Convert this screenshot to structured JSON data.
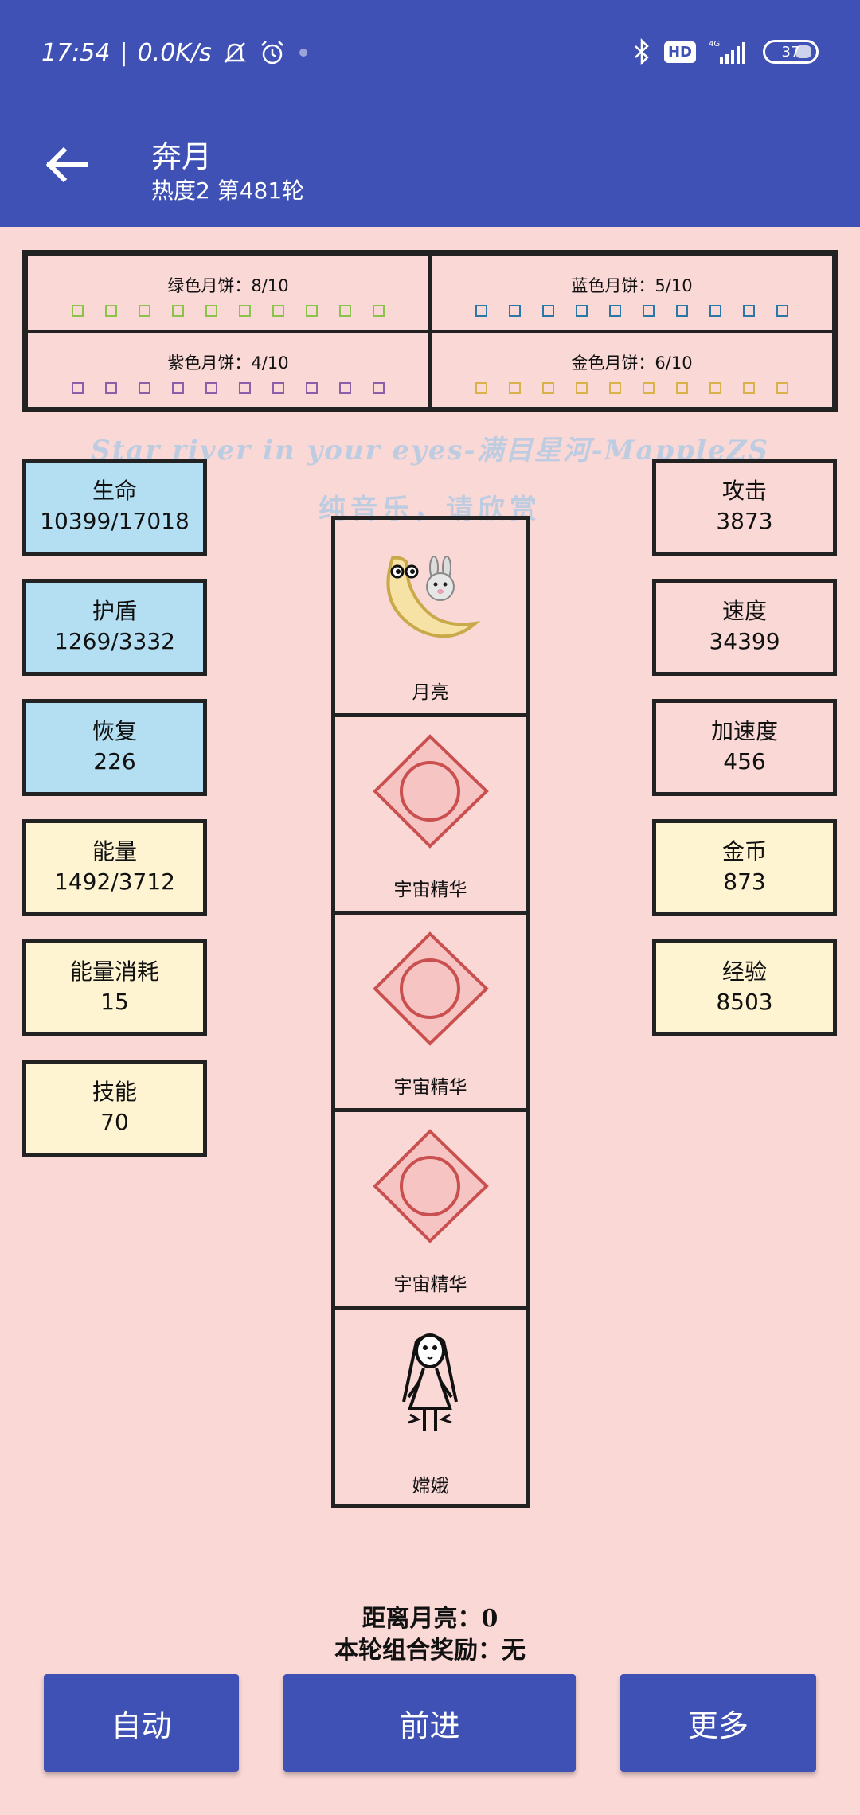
{
  "status_bar": {
    "time": "17:54",
    "net_speed": "0.0K/s",
    "battery": "37",
    "hd": "HD",
    "net_type": "4G"
  },
  "header": {
    "title": "奔月",
    "subtitle": "热度2 第481轮"
  },
  "mooncakes": [
    {
      "label": "绿色月饼：8/10",
      "color": "#8bc34a",
      "count": 10
    },
    {
      "label": "蓝色月饼：5/10",
      "color": "#2b78a8",
      "count": 10
    },
    {
      "label": "紫色月饼：4/10",
      "color": "#8a5ea8",
      "count": 10
    },
    {
      "label": "金色月饼：6/10",
      "color": "#d9b24c",
      "count": 10
    }
  ],
  "watermark": {
    "line1": "Star river in your eyes-满目星河-MappleZS",
    "line2": "纯音乐，请欣赏"
  },
  "stats_left": [
    {
      "name": "生命",
      "value": "10399/17018"
    },
    {
      "name": "护盾",
      "value": "1269/3332"
    },
    {
      "name": "恢复",
      "value": "226"
    },
    {
      "name": "能量",
      "value": "1492/3712"
    },
    {
      "name": "能量消耗",
      "value": "15"
    },
    {
      "name": "技能",
      "value": "70"
    }
  ],
  "stats_right": [
    {
      "name": "攻击",
      "value": "3873"
    },
    {
      "name": "速度",
      "value": "34399"
    },
    {
      "name": "加速度",
      "value": "456"
    },
    {
      "name": "金币",
      "value": "873"
    },
    {
      "name": "经验",
      "value": "8503"
    }
  ],
  "track": [
    {
      "name": "月亮",
      "icon": "moon-rabbit-icon"
    },
    {
      "name": "宇宙精华",
      "icon": "cosmic-essence-icon"
    },
    {
      "name": "宇宙精华",
      "icon": "cosmic-essence-icon"
    },
    {
      "name": "宇宙精华",
      "icon": "cosmic-essence-icon"
    },
    {
      "name": "嫦娥",
      "icon": "change-figure-icon"
    }
  ],
  "info": {
    "distance": "距离月亮：0",
    "reward": "本轮组合奖励：无"
  },
  "buttons": {
    "auto": "自动",
    "forward": "前进",
    "more": "更多"
  },
  "colors": {
    "primary": "#3f51b5",
    "background": "#f9d8d6",
    "stat_blue": "#b4dff2",
    "stat_yellow": "#fef4d1"
  }
}
